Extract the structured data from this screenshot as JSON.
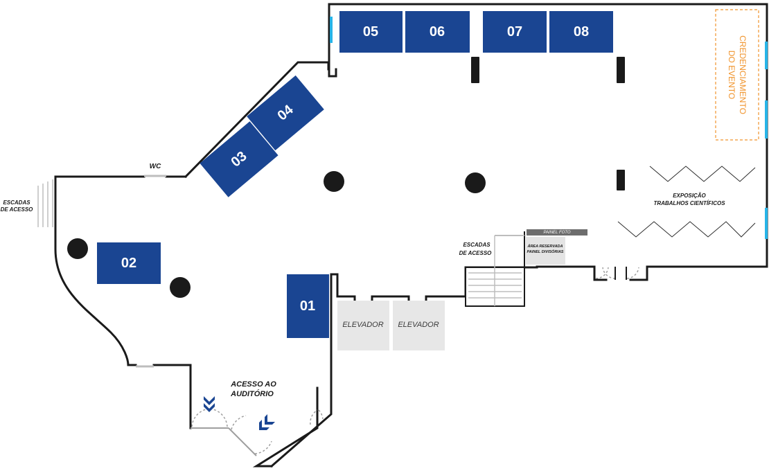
{
  "booths": [
    {
      "label": "05"
    },
    {
      "label": "06"
    },
    {
      "label": "07"
    },
    {
      "label": "08"
    },
    {
      "label": "04"
    },
    {
      "label": "03"
    },
    {
      "label": "02"
    },
    {
      "label": "01"
    }
  ],
  "labels": {
    "wc": "WC",
    "stairs_left_line1": "ESCADAS",
    "stairs_left_line2": "DE ACESSO",
    "stairs_right_line1": "ESCADAS",
    "stairs_right_line2": "DE ACESSO",
    "elevator_1": "ELEVADOR",
    "elevator_2": "ELEVADOR",
    "auditorium_line1": "ACESSO AO",
    "auditorium_line2": "AUDITÓRIO",
    "photo_panel": "PAINEL FOTO",
    "reserved_line1": "ÁREA RESERVADA",
    "reserved_line2": "PAINEL DIVISÓRIAS",
    "expo_line1": "EXPOSIÇÃO",
    "expo_line2": "TRABALHOS CIENTÍFICOS",
    "credential_line1": "CREDENCIAMENTO",
    "credential_line2": "DO EVENTO"
  },
  "colors": {
    "booth": "#1a4592",
    "walls": "#1a1a1a",
    "window": "#27b4e8",
    "credential": "#f0932b",
    "elevator": "#e7e7e7"
  }
}
